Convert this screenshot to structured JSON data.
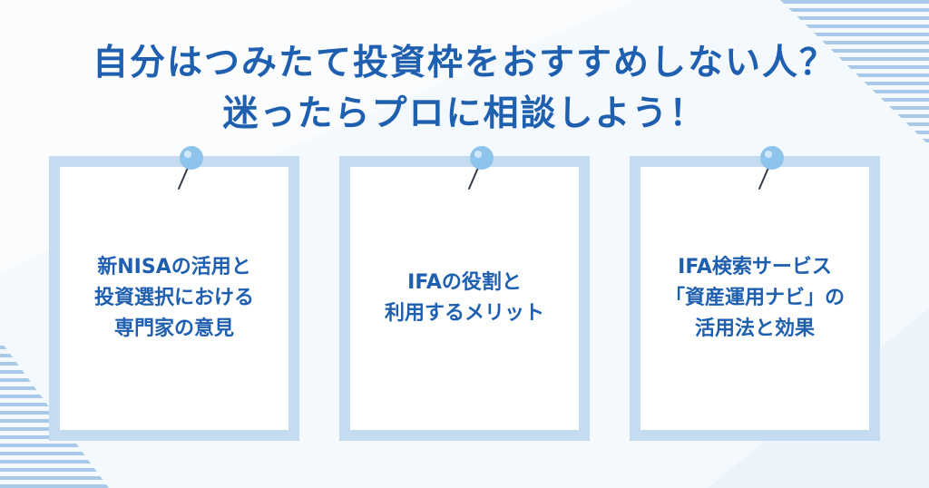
{
  "headline": {
    "line1": "自分はつみたて投資枠をおすすめしない人？",
    "line2": "迷ったらプロに相談しよう！"
  },
  "cards": [
    {
      "lines": [
        "新NISAの活用と",
        "投資選択における",
        "専門家の意見"
      ]
    },
    {
      "lines": [
        "IFAの役割と",
        "利用するメリット"
      ]
    },
    {
      "lines": [
        "IFA検索サービス",
        "「資産運用ナビ」の",
        "活用法と効果"
      ]
    }
  ],
  "colors": {
    "accent": "#1f5fb0",
    "card_frame": "#c4dbf0",
    "pin": "#8ec4ec",
    "background": "#f4f9fd",
    "stripe": "#a9c9e8"
  },
  "icons": {
    "pin": "pushpin-icon"
  }
}
